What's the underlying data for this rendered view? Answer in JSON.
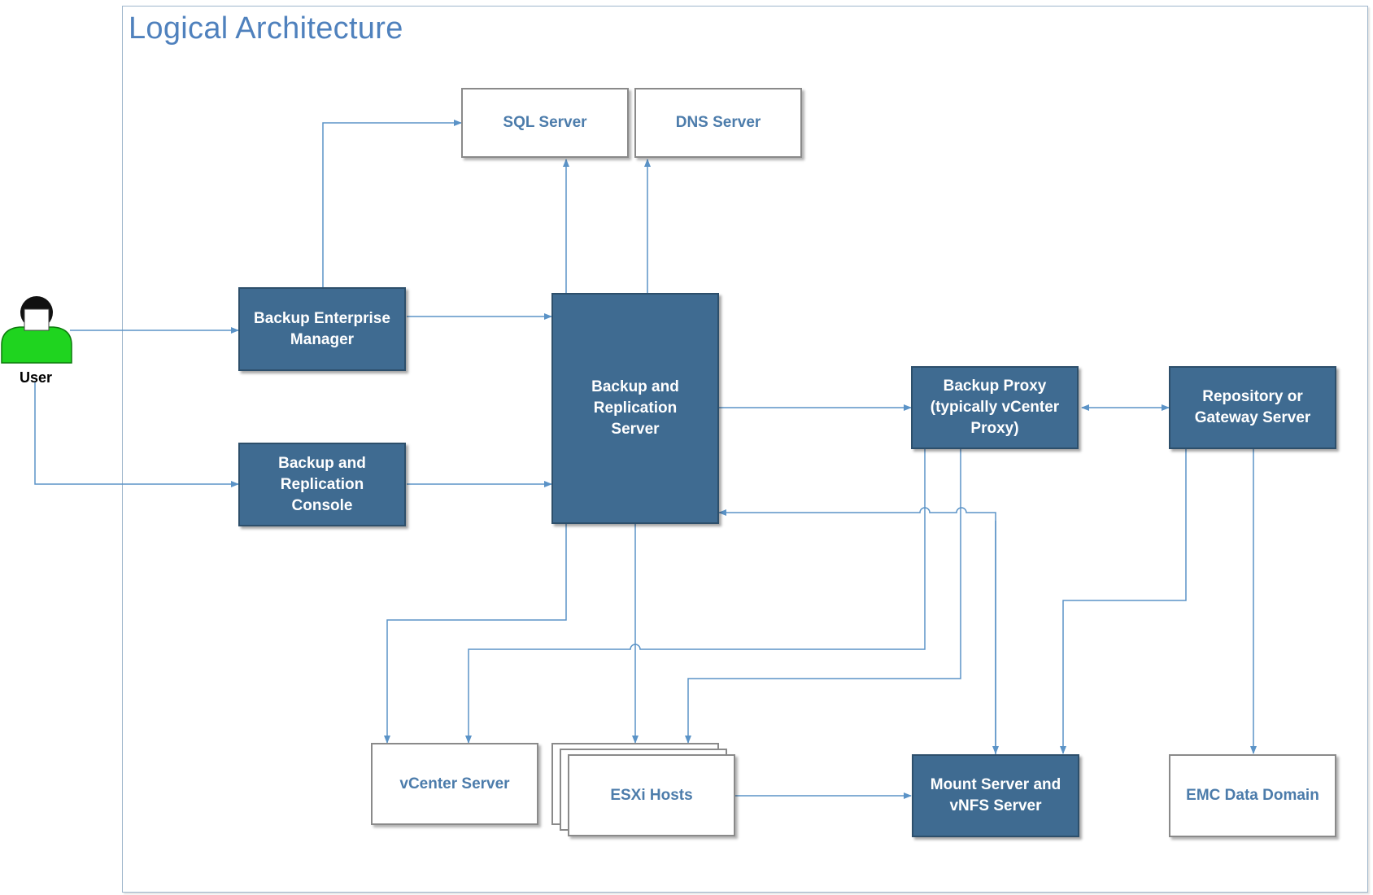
{
  "title": "Logical Architecture",
  "user": {
    "label": "User",
    "icon": "user-icon",
    "color": "#1fd41f"
  },
  "nodes": {
    "sql_server": "SQL Server",
    "dns_server": "DNS Server",
    "enterprise_manager": "Backup Enterprise\nManager",
    "replication_console": "Backup and\nReplication\nConsole",
    "replication_server": "Backup and\nReplication\nServer",
    "backup_proxy": "Backup Proxy\n(typically vCenter\nProxy)",
    "repository": "Repository or\nGateway Server",
    "vcenter_server": "vCenter Server",
    "esxi_hosts": "ESXi Hosts",
    "mount_server": "Mount Server and\nvNFS Server",
    "emc_data_domain": "EMC Data Domain"
  },
  "colors": {
    "dark_box": "#3f6b91",
    "light_box_text": "#4c7cab",
    "connector": "#5b93c7",
    "title": "#4f81bd"
  }
}
